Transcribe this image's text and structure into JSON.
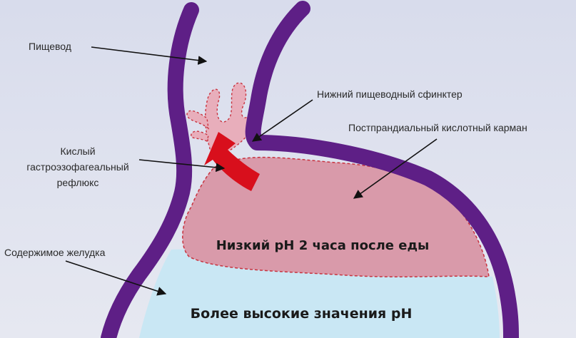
{
  "labels": {
    "esophagus": "Пищевод",
    "les": "Нижний пищеводный сфинктер",
    "acid_pocket": "Постпрандиальный кислотный карман",
    "reflux_line1": "Кислый",
    "reflux_line2": "гастроэзофагеальный",
    "reflux_line3": "рефлюкс",
    "stomach_contents": "Содержимое желудка",
    "low_ph": "Низкий pH 2 часа после еды",
    "higher_ph": "Более высокие значения pH"
  },
  "colors": {
    "background": "#dde1ee",
    "wall": "#5e1f86",
    "acid_pocket": "#d99aaa",
    "acid_outline": "#c8323e",
    "stomach_fluid": "#c9e7f4",
    "reflux_arrow": "#d80f1c",
    "pointer": "#111111"
  }
}
